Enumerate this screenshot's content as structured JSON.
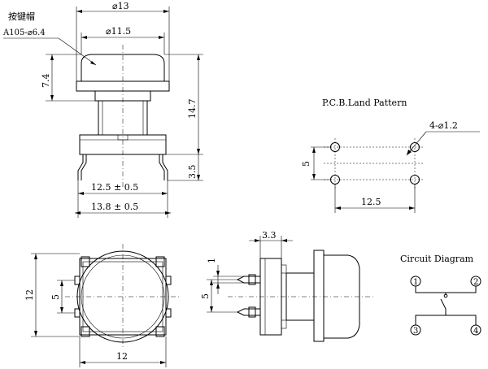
{
  "labels": {
    "cap_name": "按键帽",
    "cap_code": "A105-⌀6.4",
    "dia_outer": "⌀13",
    "dia_cap": "⌀11.5",
    "height_cap": "7.4",
    "height_total": "14.7",
    "pin_height": "3.5",
    "pin_span": "12.5 ± 0.5",
    "body_width": "13.8 ± 0.5",
    "pcb_title": "P.C.B.Land Pattern",
    "pcb_hole": "4-⌀1.2",
    "pcb_pitch_v": "5",
    "pcb_pitch_h": "12.5",
    "top_height": "12",
    "top_width": "12",
    "top_pitch": "5",
    "side_width": "3.3",
    "side_pin": "1",
    "side_pitch": "5",
    "circuit_title": "Circuit Diagram",
    "pin1": "1",
    "pin2": "2",
    "pin3": "3",
    "pin4": "4"
  }
}
